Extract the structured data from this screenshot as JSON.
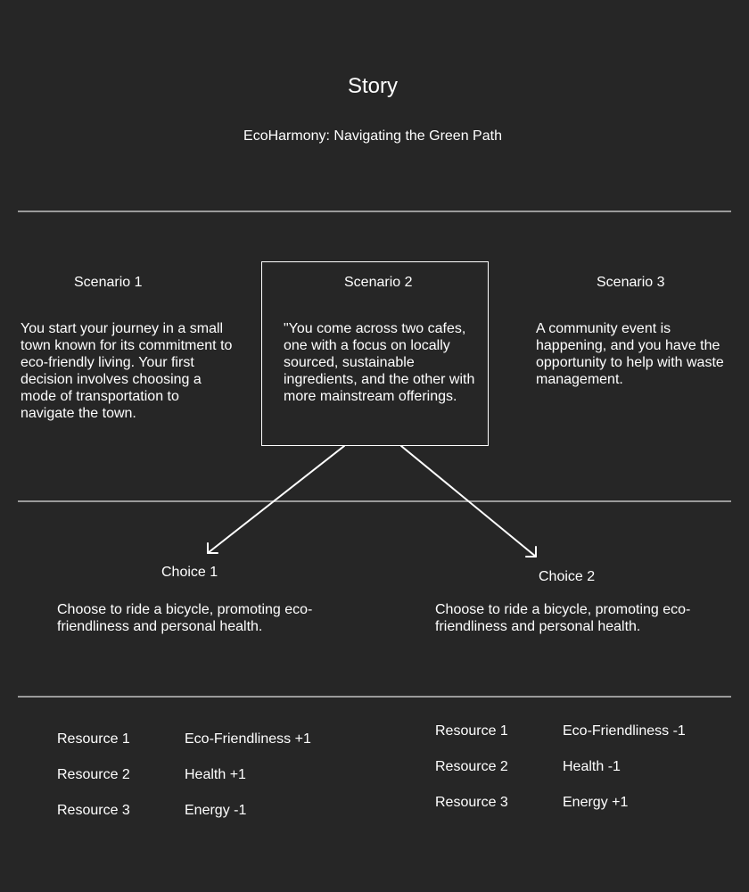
{
  "header": {
    "title": "Story",
    "subtitle": "EcoHarmony: Navigating the Green Path"
  },
  "scenarios": [
    {
      "heading": "Scenario 1",
      "text": "You start your journey in a small town known for its commitment to eco-friendly living. Your first decision involves choosing a mode of transportation to navigate the town."
    },
    {
      "heading": "Scenario 2",
      "text": "\"You come across two cafes, one with a focus on locally sourced, sustainable ingredients, and the other with more mainstream offerings."
    },
    {
      "heading": "Scenario 3",
      "text": "A community event is happening, and you have the opportunity to help with waste management."
    }
  ],
  "choices": [
    {
      "heading": "Choice 1",
      "text": "Choose to ride a bicycle, promoting eco-friendliness and personal health.",
      "resources": [
        {
          "label": "Resource 1",
          "value": "Eco-Friendliness +1"
        },
        {
          "label": "Resource 2",
          "value": "Health +1"
        },
        {
          "label": "Resource 3",
          "value": "Energy -1"
        }
      ]
    },
    {
      "heading": "Choice 2",
      "text": "Choose to ride a bicycle, promoting eco-friendliness and personal health.",
      "resources": [
        {
          "label": "Resource 1",
          "value": "Eco-Friendliness -1"
        },
        {
          "label": "Resource 2",
          "value": "Health -1"
        },
        {
          "label": "Resource 3",
          "value": "Energy +1"
        }
      ]
    }
  ],
  "colors": {
    "background": "#262626",
    "text": "#ffffff",
    "divider": "#9a9a9a"
  }
}
